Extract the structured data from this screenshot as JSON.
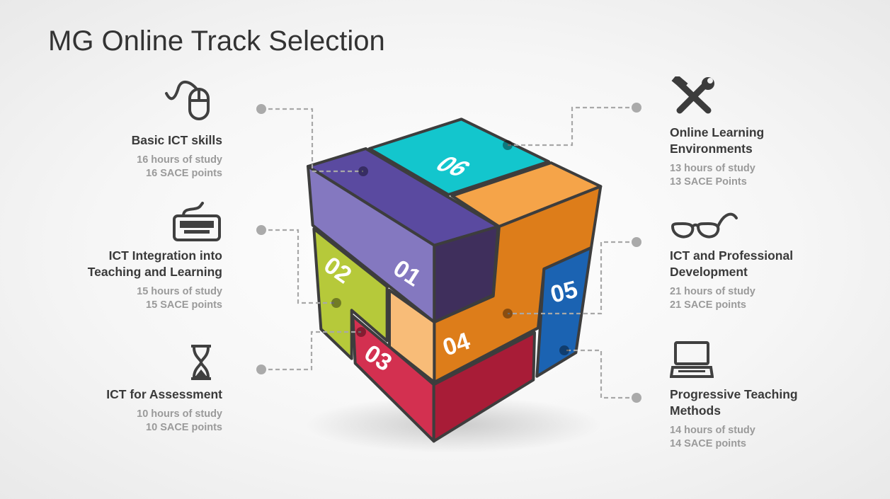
{
  "title": "MG Online Track Selection",
  "cube_numbers": [
    "01",
    "02",
    "03",
    "04",
    "05",
    "06"
  ],
  "colors": {
    "purple": "#5b4ba3",
    "green": "#b3c436",
    "red": "#c8203f",
    "orange": "#e07f1c",
    "blue": "#1b63b2",
    "cyan": "#13c6cd"
  },
  "tracks": [
    {
      "number": "01",
      "title": "Basic ICT skills",
      "hours": "16 hours of study",
      "points": "16 SACE points",
      "icon": "mouse-icon"
    },
    {
      "number": "02",
      "title_line1": "ICT Integration into",
      "title_line2": "Teaching and Learning",
      "hours": "15 hours of study",
      "points": "15 SACE points",
      "icon": "keyboard-icon"
    },
    {
      "number": "03",
      "title": "ICT for Assessment",
      "hours": "10 hours of study",
      "points": "10 SACE points",
      "icon": "hourglass-icon"
    },
    {
      "number": "06",
      "title_line1": "Online Learning",
      "title_line2": "Environments",
      "hours": "13 hours of study",
      "points": "13 SACE Points",
      "icon": "tools-icon"
    },
    {
      "number": "04",
      "title_line1": "ICT and Professional",
      "title_line2": "Development",
      "hours": "21 hours of study",
      "points": "21 SACE points",
      "icon": "glasses-icon"
    },
    {
      "number": "05",
      "title_line1": "Progressive Teaching",
      "title_line2": "Methods",
      "hours": "14 hours of study",
      "points": "14 SACE points",
      "icon": "laptop-icon"
    }
  ]
}
